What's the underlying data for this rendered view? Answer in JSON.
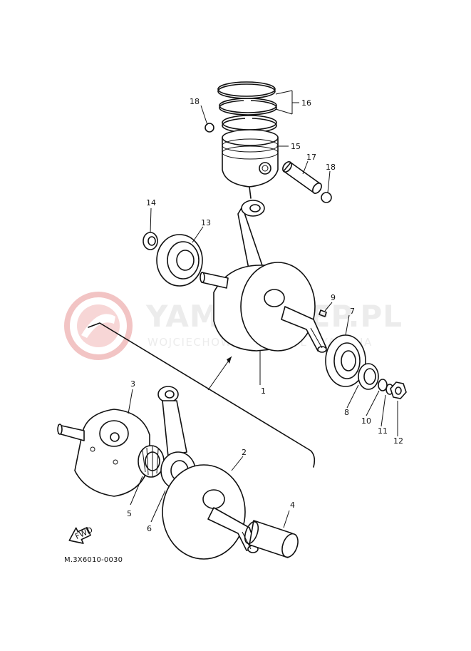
{
  "diagram_code": "M.3X6010-0030",
  "fwd_label": "FWD",
  "watermark": {
    "brand": "YAMASKLEP.PL",
    "subtitle": "WOJCIECHOWICZ i DYBOL - YAMAHA"
  },
  "callouts": {
    "c1": "1",
    "c2": "2",
    "c3": "3",
    "c4": "4",
    "c5": "5",
    "c6": "6",
    "c7": "7",
    "c8": "8",
    "c9": "9",
    "c10": "10",
    "c11": "11",
    "c12": "12",
    "c13": "13",
    "c14": "14",
    "c15": "15",
    "c16": "16",
    "c17": "17",
    "c18a": "18",
    "c18b": "18"
  },
  "colors": {
    "line": "#111111",
    "watermark": "#ececec",
    "watermark_logo": "#f2c4c4"
  }
}
